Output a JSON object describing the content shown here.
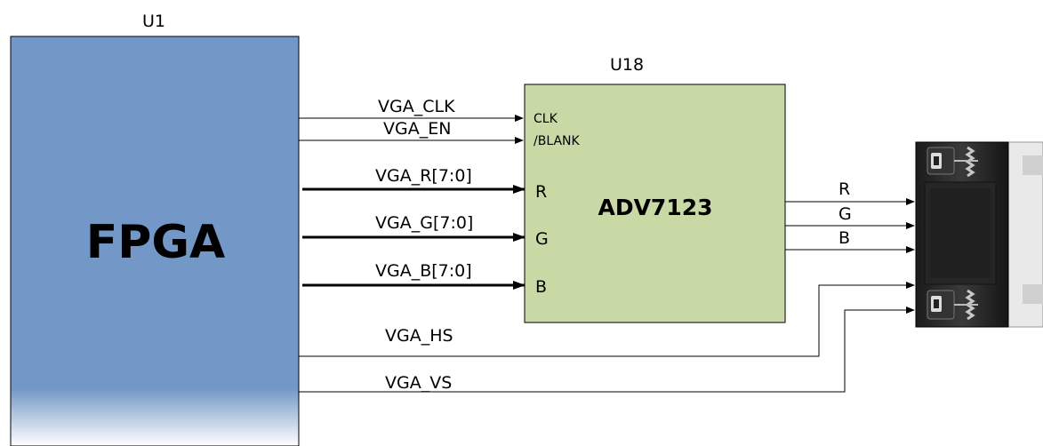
{
  "fpga": {
    "ref": "U1",
    "name": "FPGA"
  },
  "dac": {
    "ref": "U18",
    "name": "ADV7123",
    "pins": {
      "clk": "CLK",
      "blank": "/BLANK",
      "r": "R",
      "g": "G",
      "b": "B"
    }
  },
  "signals": {
    "clk": "VGA_CLK",
    "en": "VGA_EN",
    "r": "VGA_R[7:0]",
    "g": "VGA_G[7:0]",
    "b": "VGA_B[7:0]",
    "hs": "VGA_HS",
    "vs": "VGA_VS"
  },
  "outputs": {
    "r": "R",
    "g": "G",
    "b": "B"
  },
  "colors": {
    "fpga_fill": "#7397c6",
    "dac_fill": "#c8d9a6",
    "line": "#000000"
  }
}
